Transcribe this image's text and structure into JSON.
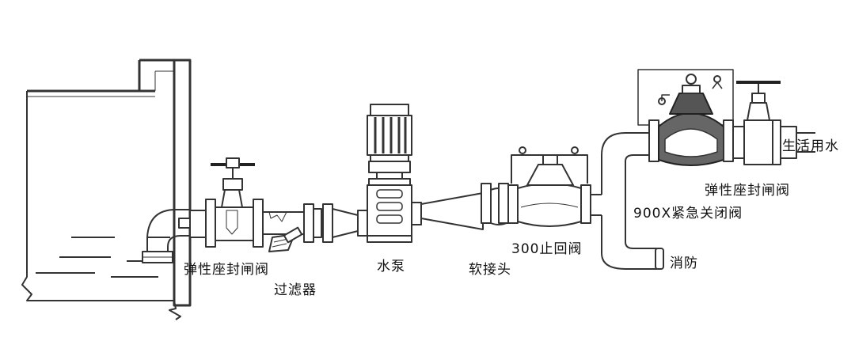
{
  "labels": {
    "gate_valve_1": "弹性座封闸阀",
    "strainer": "过滤器",
    "pump": "水泵",
    "flexible_joint": "软接头",
    "check_valve": "300止回阀",
    "emergency_valve": "900X紧急关闭阀",
    "gate_valve_2": "弹性座封闸阀",
    "domestic_water": "生活用水",
    "fire_water": "消防"
  }
}
